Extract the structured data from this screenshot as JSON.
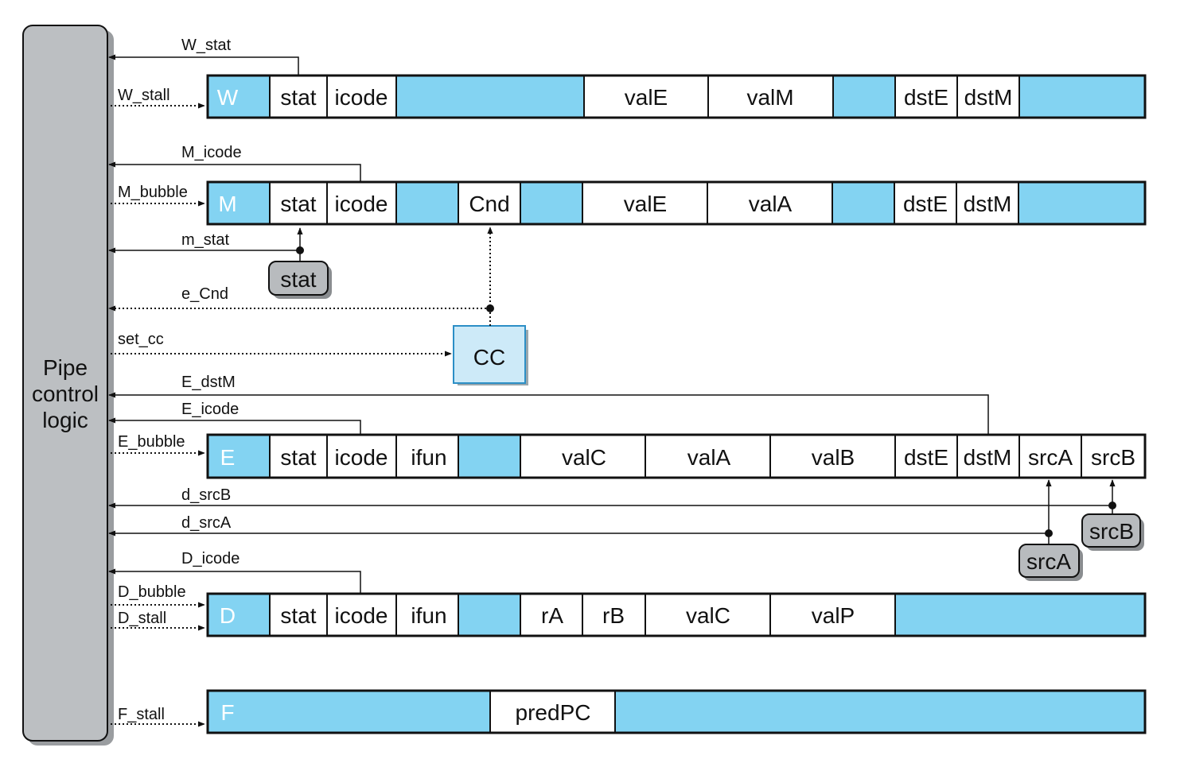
{
  "control": {
    "lines": [
      "Pipe",
      "control",
      "logic"
    ]
  },
  "colors": {
    "blue": "#83d3f2",
    "cc_fill": "#cdeaf8",
    "gray": "#b8bbbe",
    "ctl_gray": "#bcbfc2"
  },
  "registers": {
    "W": {
      "letter": "W",
      "fields": [
        "stat",
        "icode",
        "valE",
        "valM",
        "dstE",
        "dstM"
      ]
    },
    "M": {
      "letter": "M",
      "fields": [
        "stat",
        "icode",
        "Cnd",
        "valE",
        "valA",
        "dstE",
        "dstM"
      ]
    },
    "E": {
      "letter": "E",
      "fields": [
        "stat",
        "icode",
        "ifun",
        "valC",
        "valA",
        "valB",
        "dstE",
        "dstM",
        "srcA",
        "srcB"
      ]
    },
    "D": {
      "letter": "D",
      "fields": [
        "stat",
        "icode",
        "ifun",
        "rA",
        "rB",
        "valC",
        "valP"
      ]
    },
    "F": {
      "letter": "F",
      "fields": [
        "predPC"
      ]
    }
  },
  "signals": {
    "W_stat": "W_stat",
    "W_stall": "W_stall",
    "M_icode": "M_icode",
    "M_bubble": "M_bubble",
    "m_stat": "m_stat",
    "e_Cnd": "e_Cnd",
    "set_cc": "set_cc",
    "E_dstM": "E_dstM",
    "E_icode": "E_icode",
    "E_bubble": "E_bubble",
    "d_srcB": "d_srcB",
    "d_srcA": "d_srcA",
    "D_icode": "D_icode",
    "D_bubble": "D_bubble",
    "D_stall": "D_stall",
    "F_stall": "F_stall"
  },
  "boxes": {
    "stat": "stat",
    "cc": "CC",
    "srcA": "srcA",
    "srcB": "srcB"
  }
}
